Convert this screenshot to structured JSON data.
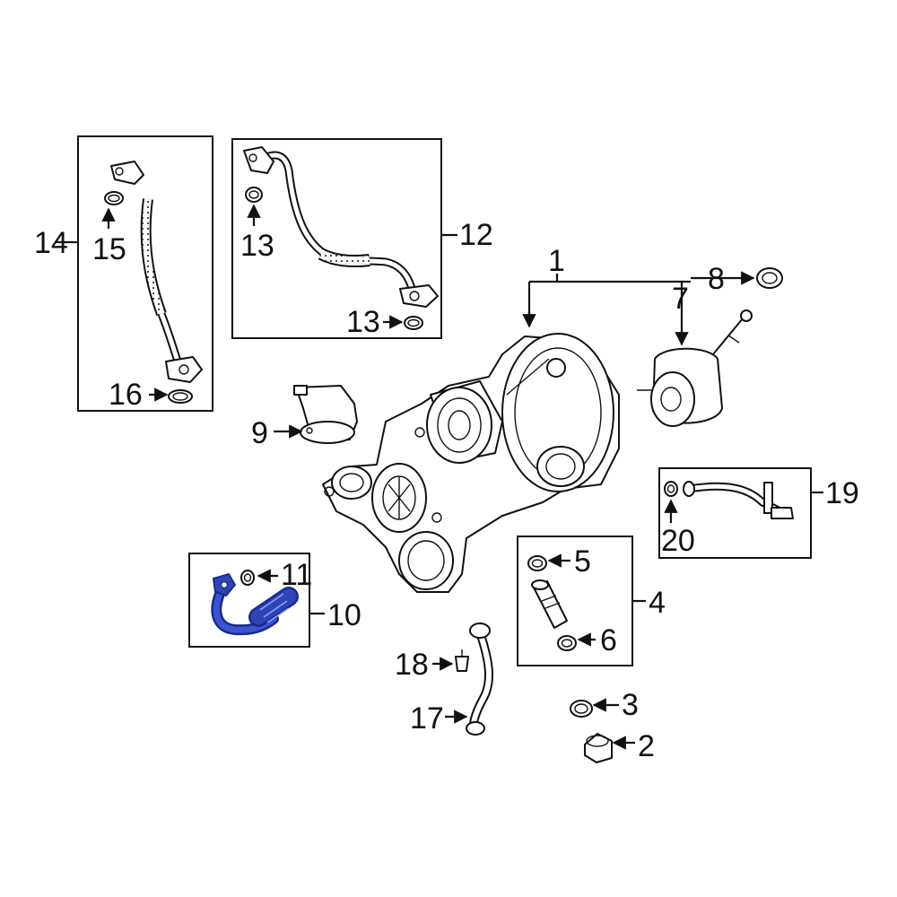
{
  "callouts": {
    "c1": "1",
    "c2": "2",
    "c3": "3",
    "c4": "4",
    "c5": "5",
    "c6": "6",
    "c7": "7",
    "c8": "8",
    "c9": "9",
    "c10": "10",
    "c11": "11",
    "c12": "12",
    "c13a": "13",
    "c13b": "13",
    "c14": "14",
    "c15": "15",
    "c16": "16",
    "c17": "17",
    "c18": "18",
    "c19": "19",
    "c20": "20"
  },
  "colors": {
    "highlight": "#2f45b5",
    "line": "#111111",
    "background": "#ffffff"
  }
}
